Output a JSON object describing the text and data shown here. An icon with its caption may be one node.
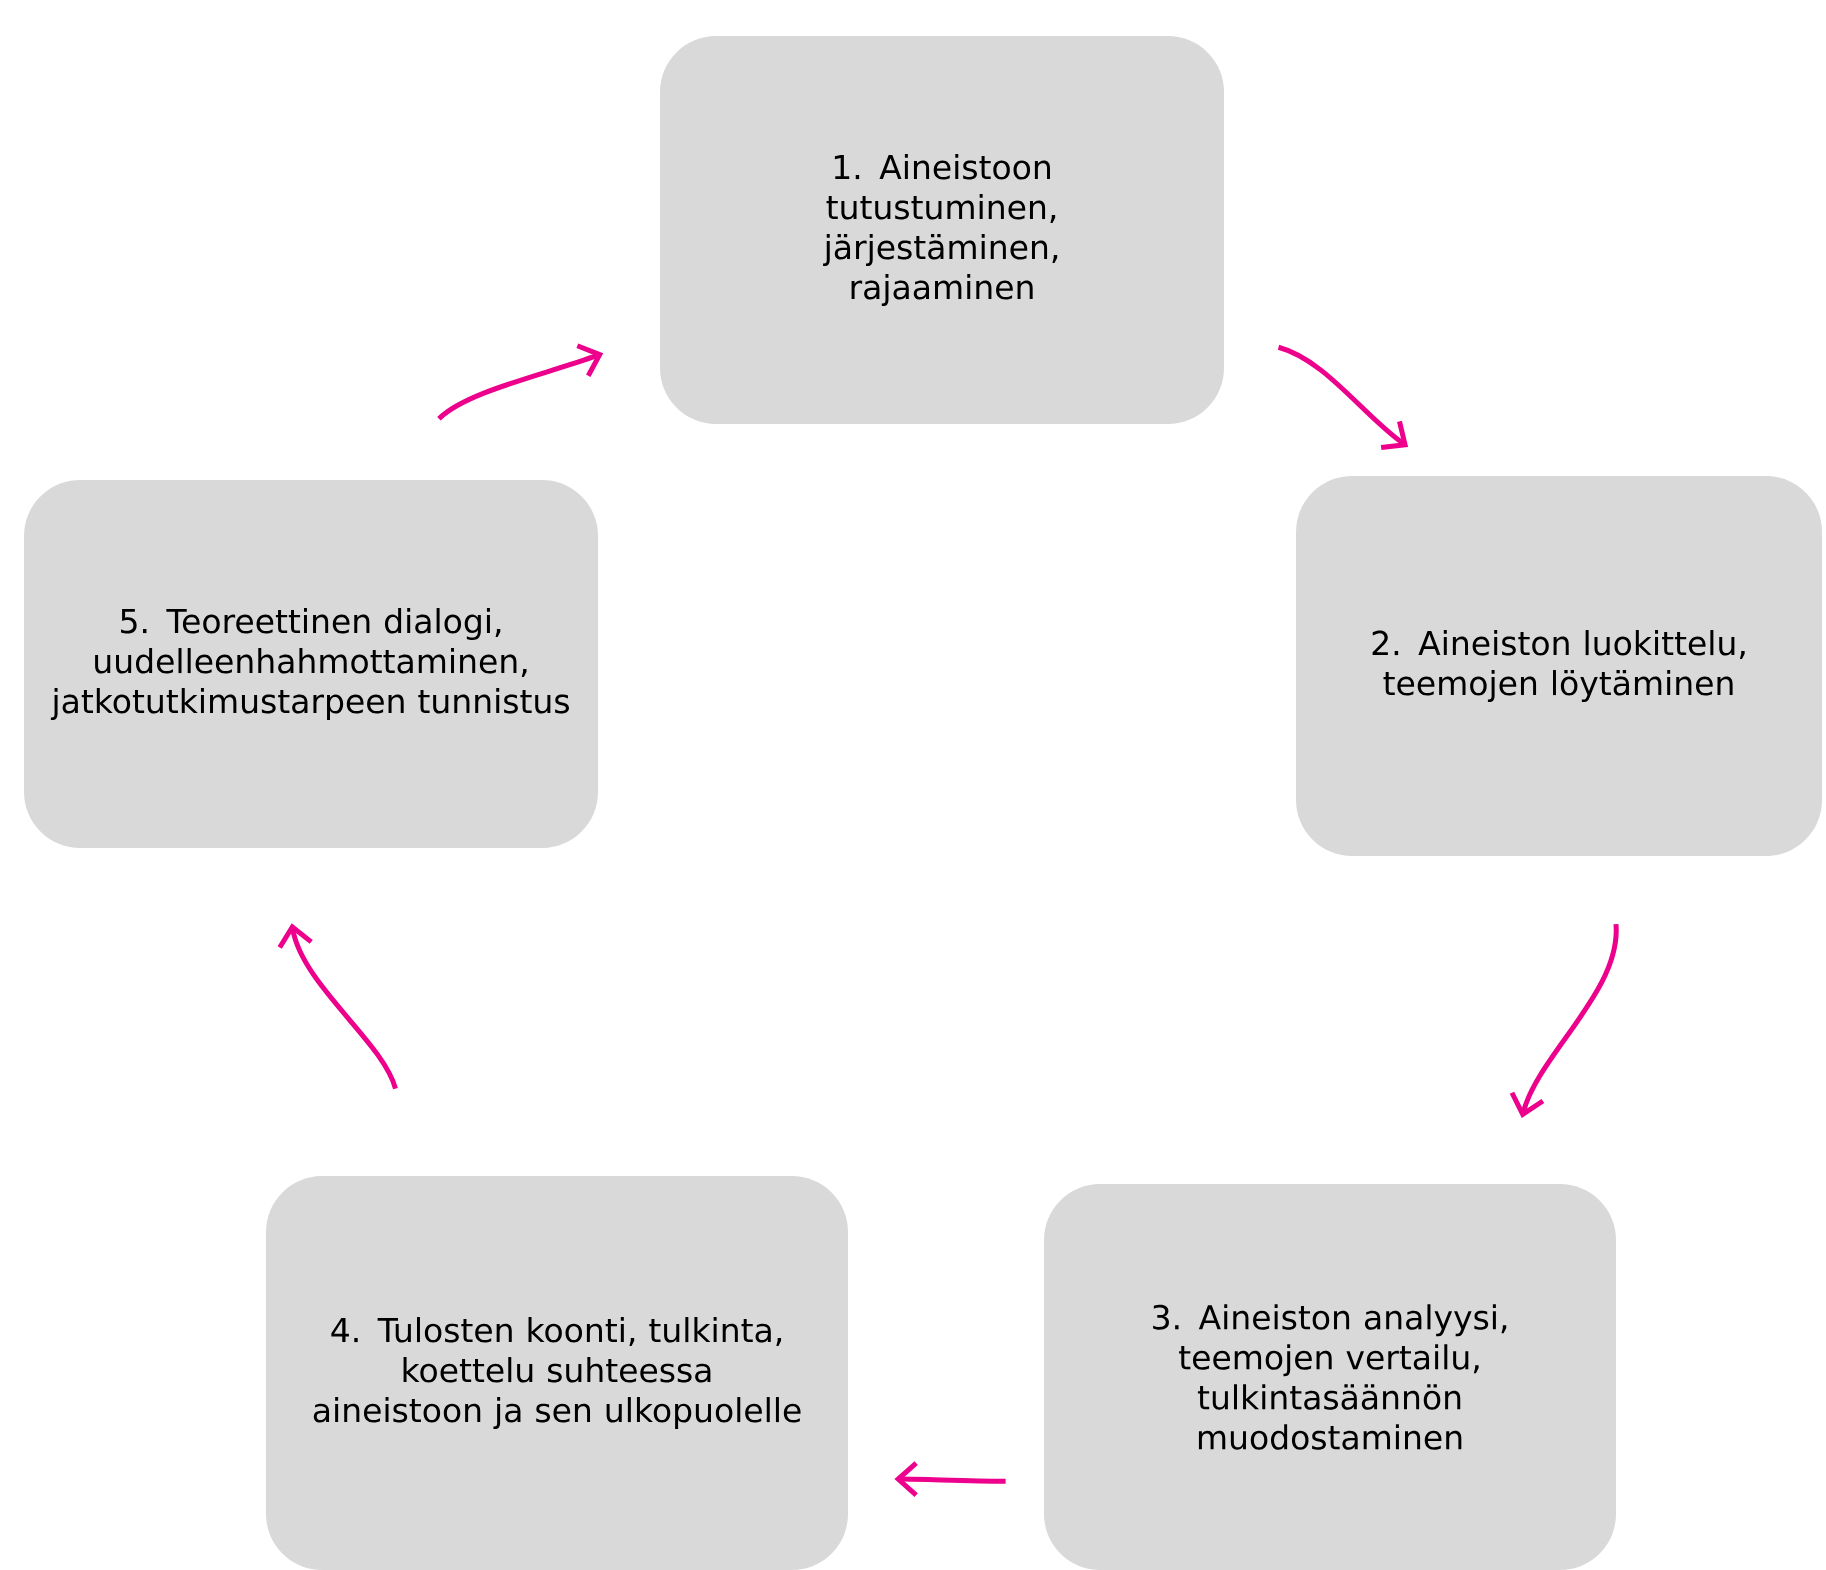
{
  "diagram": {
    "nodes": [
      {
        "text": [
          "1. Aineistoon tutustuminen, järjestäminen, rajaaminen"
        ]
      },
      {
        "text": [
          "2. Aineiston luokittelu, teemojen löytäminen"
        ]
      },
      {
        "text": [
          "3. Aineiston analyysi, teemojen vertailu, tulkintasäännön muodostaminen"
        ]
      },
      {
        "text": [
          "4. Tulosten koonti, tulkinta, koettelu suhteessa aineistoon ja sen ulkopuolelle"
        ]
      },
      {
        "text": [
          "5. Teoreettinen dialogi, uudelleenhahmottaminen, jatkotutkimustarpeen tunnistus"
        ]
      }
    ],
    "edges": [
      {
        "from": 0,
        "to": 1,
        "arrow": "to"
      },
      {
        "from": 1,
        "to": 2,
        "arrow": "to"
      },
      {
        "from": 2,
        "to": 3,
        "arrow": "to"
      },
      {
        "from": 3,
        "to": 4,
        "arrow": "to"
      },
      {
        "from": 4,
        "to": 0,
        "arrow": "to"
      }
    ]
  }
}
